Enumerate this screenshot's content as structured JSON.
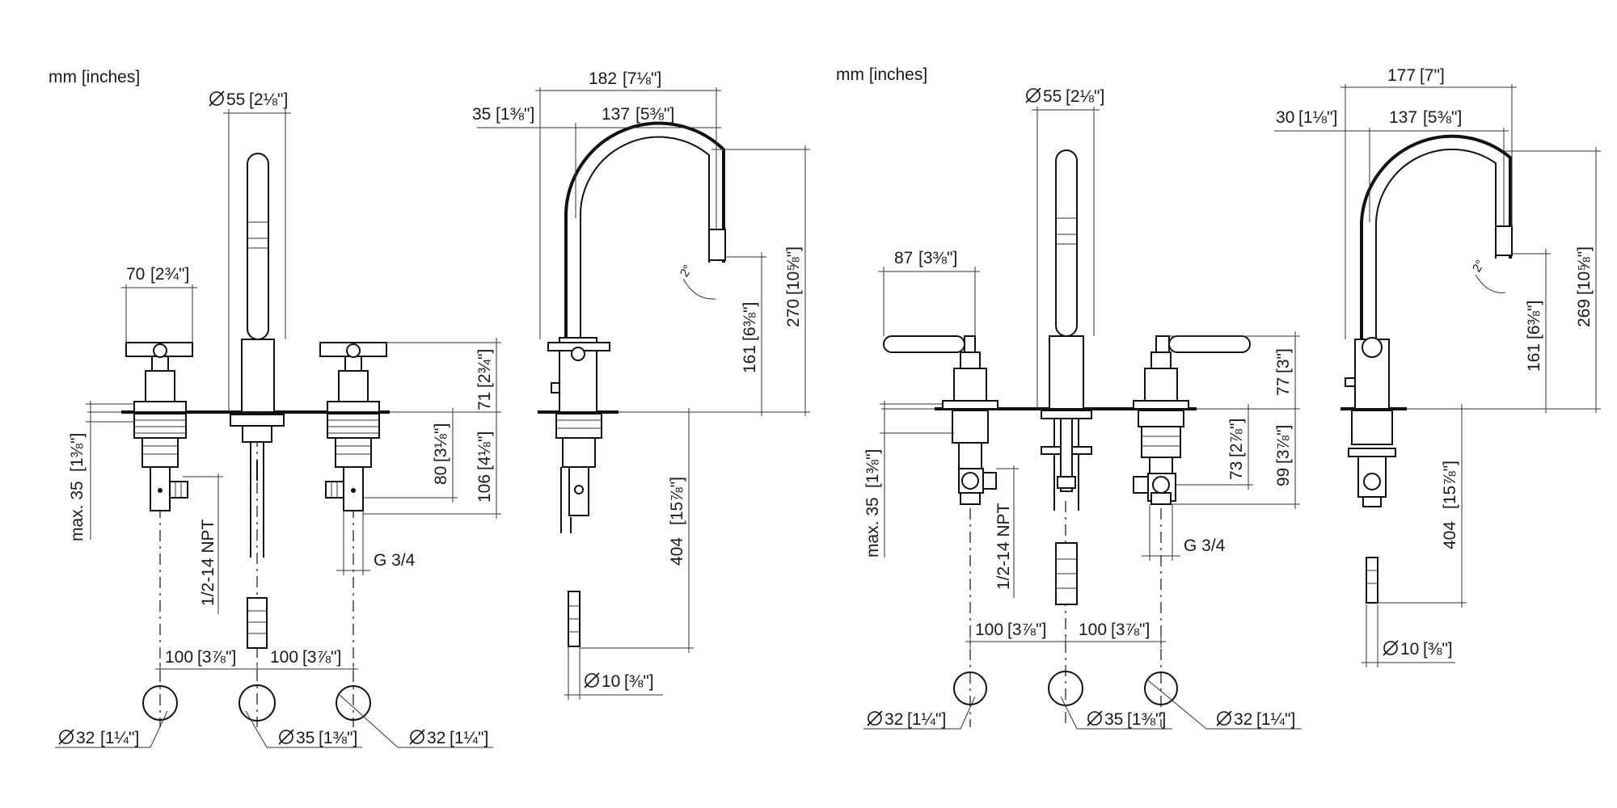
{
  "units_label": "mm [inches]",
  "icons": {
    "diameter": "diameter-symbol",
    "angle": "angle-symbol"
  },
  "left": {
    "d55": "55",
    "d55_in": "[2⅛\"]",
    "w182": "182",
    "w182_in": "[7⅛\"]",
    "w35": "35",
    "w35_in": "[1⅜\"]",
    "w137": "137",
    "w137_in": "[5⅜\"]",
    "w70": "70",
    "w70_in": "[2¾\"]",
    "h270": "270",
    "h270_in": "[10⅝\"]",
    "h161": "161",
    "h161_in": "[6⅜\"]",
    "h71": "71",
    "h71_in": "[2¾\"]",
    "h80": "80",
    "h80_in": "[3⅛\"]",
    "h106": "106",
    "h106_in": "[4⅛\"]",
    "h404": "404",
    "h404_in": "[15⅞\"]",
    "max35": "max. 35",
    "max35_in": "[1⅜\"]",
    "npt": "1/2-14 NPT",
    "g34": "G 3/4",
    "angle": "2°",
    "s100a": "100",
    "s100a_in": "[3⅞\"]",
    "s100b": "100",
    "s100b_in": "[3⅞\"]",
    "h32a": "32",
    "h32a_in": "[1¼\"]",
    "h35": "35",
    "h35_in": "[1⅜\"]",
    "h32b": "32",
    "h32b_in": "[1¼\"]",
    "d10": "10",
    "d10_in": "[⅜\"]"
  },
  "right": {
    "d55": "55",
    "d55_in": "[2⅛\"]",
    "w177": "177",
    "w177_in": "[7\"]",
    "w30": "30",
    "w30_in": "[1⅛\"]",
    "w137": "137",
    "w137_in": "[5⅜\"]",
    "w87": "87",
    "w87_in": "[3⅜\"]",
    "h269": "269",
    "h269_in": "[10⅝\"]",
    "h161": "161",
    "h161_in": "[6⅜\"]",
    "h77": "77",
    "h77_in": "[3\"]",
    "h73": "73",
    "h73_in": "[2⅞\"]",
    "h99": "99",
    "h99_in": "[3⅞\"]",
    "h404": "404",
    "h404_in": "[15⅞\"]",
    "max35": "max. 35",
    "max35_in": "[1⅜\"]",
    "npt": "1/2-14 NPT",
    "g34": "G 3/4",
    "angle": "2°",
    "s100a": "100",
    "s100a_in": "[3⅞\"]",
    "s100b": "100",
    "s100b_in": "[3⅞\"]",
    "h32a": "32",
    "h32a_in": "[1¼\"]",
    "h35": "35",
    "h35_in": "[1⅜\"]",
    "h32b": "32",
    "h32b_in": "[1¼\"]",
    "d10": "10",
    "d10_in": "[⅜\"]"
  }
}
